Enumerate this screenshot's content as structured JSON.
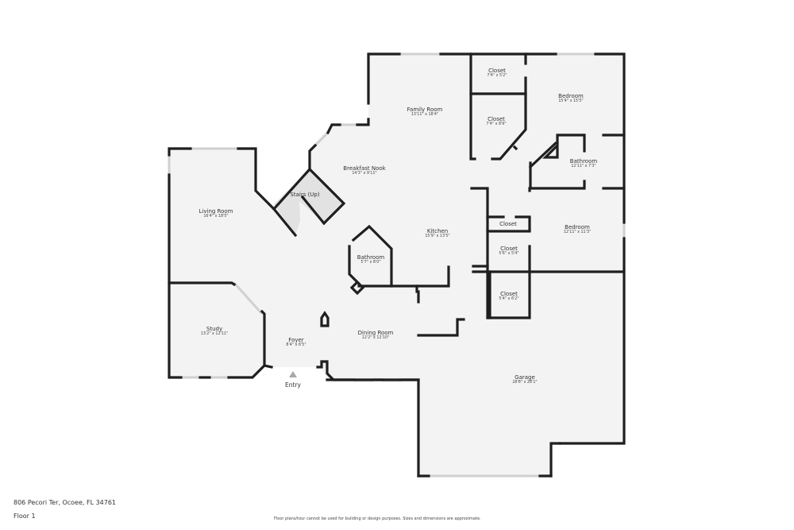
{
  "property": {
    "address": "806 Pecori Ter, Ocoee, FL 34761",
    "floor": "Floor 1"
  },
  "disclaimer": "Floor plans/tour cannot be used for building or design purposes. Sizes and dimensions are approximate.",
  "entry_label": "Entry",
  "colors": {
    "wall": "#1f1f1f",
    "floor": "#f3f3f3",
    "window": "#d6d6d6",
    "stairs": "#e2e2e2",
    "entry_marker": "#a8a8a8"
  },
  "rooms": [
    {
      "name": "Family Room",
      "dims": "13'11\" x 18'4\""
    },
    {
      "name": "Closet",
      "dims": "7'4\" x 5'2\""
    },
    {
      "name": "Bedroom",
      "dims": "15'4\" x 15'5\""
    },
    {
      "name": "Closet",
      "dims": "7'4\" x 8'9\""
    },
    {
      "name": "Bathroom",
      "dims": "12'11\" x 7'3\""
    },
    {
      "name": "Breakfast Nook",
      "dims": "14'3\" x 9'11\""
    },
    {
      "name": "Stairs (Up)",
      "dims": ""
    },
    {
      "name": "Living Room",
      "dims": "16'4\" x 18'5\""
    },
    {
      "name": "Kitchen",
      "dims": "15'9\" x 13'5\""
    },
    {
      "name": "Closet",
      "dims": ""
    },
    {
      "name": "Bedroom",
      "dims": "12'11\" x 11'3\""
    },
    {
      "name": "Closet",
      "dims": "5'6\" x 5'4\""
    },
    {
      "name": "Bathroom",
      "dims": "5'7\" x 8'0\""
    },
    {
      "name": "Closet",
      "dims": "5'4\" x 6'2\""
    },
    {
      "name": "Study",
      "dims": "13'2\" x 12'11\""
    },
    {
      "name": "Foyer",
      "dims": "8'4\" x 6'5\""
    },
    {
      "name": "Dining Room",
      "dims": "12'2\" x 12'10\""
    },
    {
      "name": "Garage",
      "dims": "28'8\" x 28'1\""
    }
  ]
}
